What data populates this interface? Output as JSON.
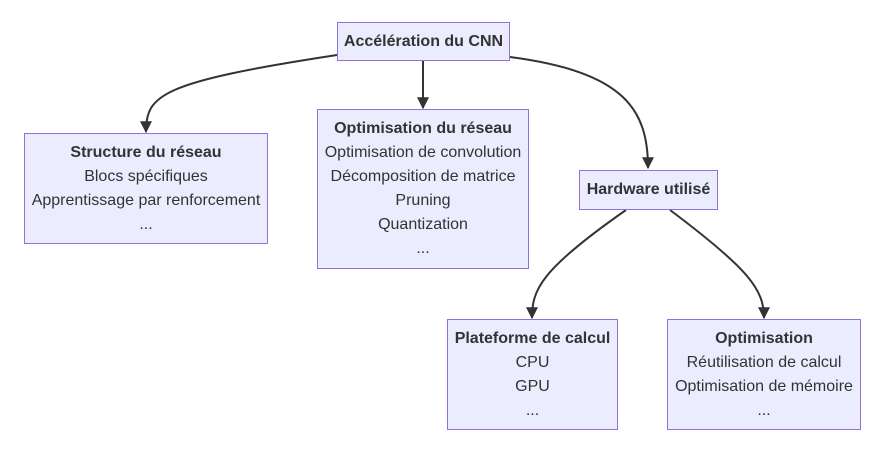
{
  "nodes": {
    "root": {
      "title": "Accélération du CNN",
      "lines": []
    },
    "structure": {
      "title": "Structure du réseau",
      "lines": [
        "Blocs spécifiques",
        "Apprentissage par renforcement",
        "..."
      ]
    },
    "optimisation_reseau": {
      "title": "Optimisation du réseau",
      "lines": [
        "Optimisation de convolution",
        "Décomposition de matrice",
        "Pruning",
        "Quantization",
        "..."
      ]
    },
    "hardware": {
      "title": "Hardware utilisé",
      "lines": []
    },
    "plateforme": {
      "title": "Plateforme de calcul",
      "lines": [
        "CPU",
        "GPU",
        "..."
      ]
    },
    "optimisation_hw": {
      "title": "Optimisation",
      "lines": [
        "Réutilisation de calcul",
        "Optimisation de mémoire",
        "..."
      ]
    }
  },
  "colors": {
    "node_fill": "#ECECFF",
    "node_border": "#9370DB",
    "edge": "#333333",
    "text": "#333333"
  }
}
